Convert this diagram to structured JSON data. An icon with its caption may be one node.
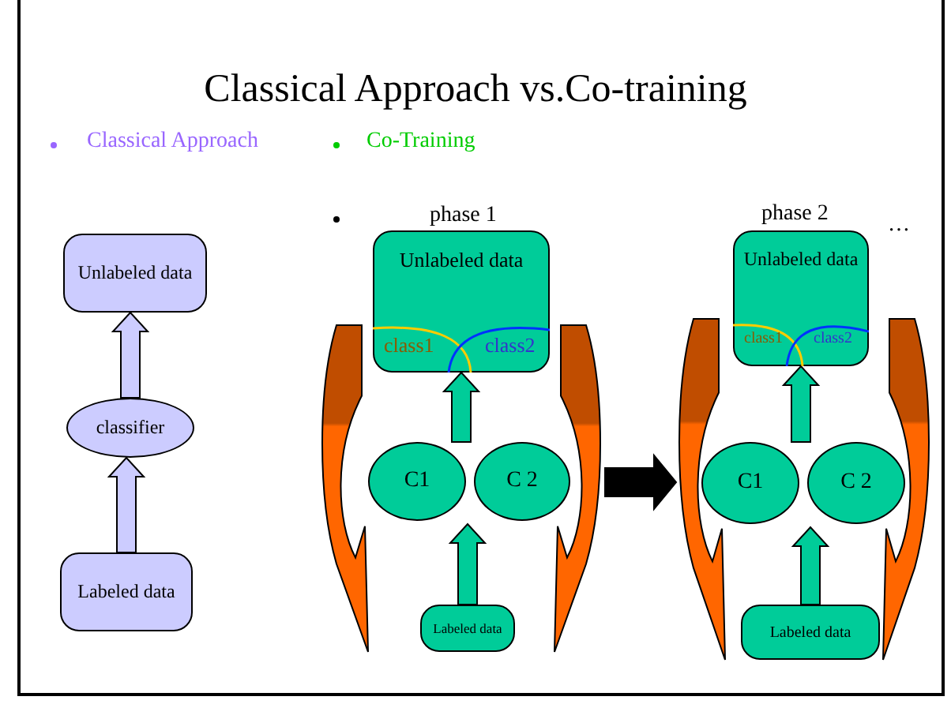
{
  "diagram": {
    "title": "Classical Approach vs.Co-training",
    "nodes": [
      {
        "text": [
          "Unlabeled data"
        ]
      },
      {
        "text": [
          "classifier"
        ]
      },
      {
        "text": [
          "Labeled data"
        ]
      },
      {
        "text": [
          "Unlabeled data",
          "class1",
          "class2"
        ]
      },
      {
        "text": [
          "C1"
        ]
      },
      {
        "text": [
          "C 2"
        ]
      },
      {
        "text": [
          "Labeled data"
        ]
      },
      {
        "text": [
          "Unlabeled data",
          "class1",
          "class2"
        ]
      },
      {
        "text": [
          "C1"
        ]
      },
      {
        "text": [
          "C 2"
        ]
      },
      {
        "text": [
          "Labeled data"
        ]
      }
    ],
    "edges": [
      {
        "from": 2,
        "to": 1,
        "arrow": "to",
        "color": "#ccccff"
      },
      {
        "from": 1,
        "to": 0,
        "arrow": "to",
        "color": "#ccccff"
      },
      {
        "from": 6,
        "to": 4,
        "arrow": "to"
      },
      {
        "from": 6,
        "to": 5,
        "arrow": "to"
      },
      {
        "from": 4,
        "to": 3,
        "arrow": "to"
      },
      {
        "from": 5,
        "to": 3,
        "arrow": "to"
      },
      {
        "from": 3,
        "to": 6,
        "arrow": "to",
        "color": "#ff6600"
      },
      {
        "from": 3,
        "to": 6,
        "arrow": "to",
        "color": "#ff6600"
      },
      {
        "from": 5,
        "to": 8,
        "arrow": "to",
        "style": "thick",
        "color": "#000000"
      },
      {
        "from": 10,
        "to": 8,
        "arrow": "to"
      },
      {
        "from": 10,
        "to": 9,
        "arrow": "to"
      },
      {
        "from": 8,
        "to": 7,
        "arrow": "to"
      },
      {
        "from": 9,
        "to": 7,
        "arrow": "to"
      },
      {
        "from": 7,
        "to": 10,
        "arrow": "to",
        "color": "#ff6600"
      },
      {
        "from": 7,
        "to": 10,
        "arrow": "to",
        "color": "#ff6600"
      }
    ],
    "labels": [
      "Classical Approach",
      "Co-Training",
      "phase 1",
      "phase 2",
      "…"
    ]
  }
}
